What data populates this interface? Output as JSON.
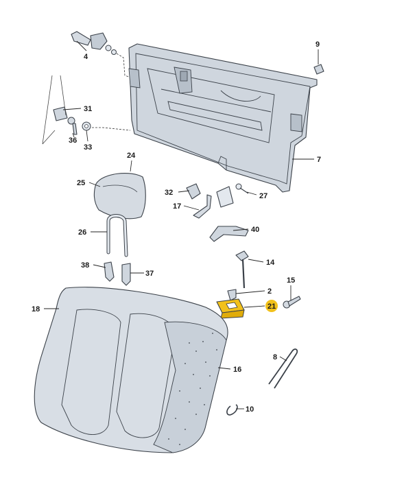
{
  "colors": {
    "part_fill": "#cfd6de",
    "part_fill_light": "#e3e8ee",
    "part_stroke": "#3a4048",
    "highlight": "#f2c11b"
  },
  "labels": {
    "l2": "2",
    "l4": "4",
    "l7": "7",
    "l8": "8",
    "l9": "9",
    "l10": "10",
    "l14": "14",
    "l15": "15",
    "l16": "16",
    "l17": "17",
    "l18": "18",
    "l21": "21",
    "l24": "24",
    "l25": "25",
    "l26": "26",
    "l27": "27",
    "l31": "31",
    "l32": "32",
    "l33": "33",
    "l36": "36",
    "l37": "37",
    "l38": "38",
    "l40": "40"
  }
}
